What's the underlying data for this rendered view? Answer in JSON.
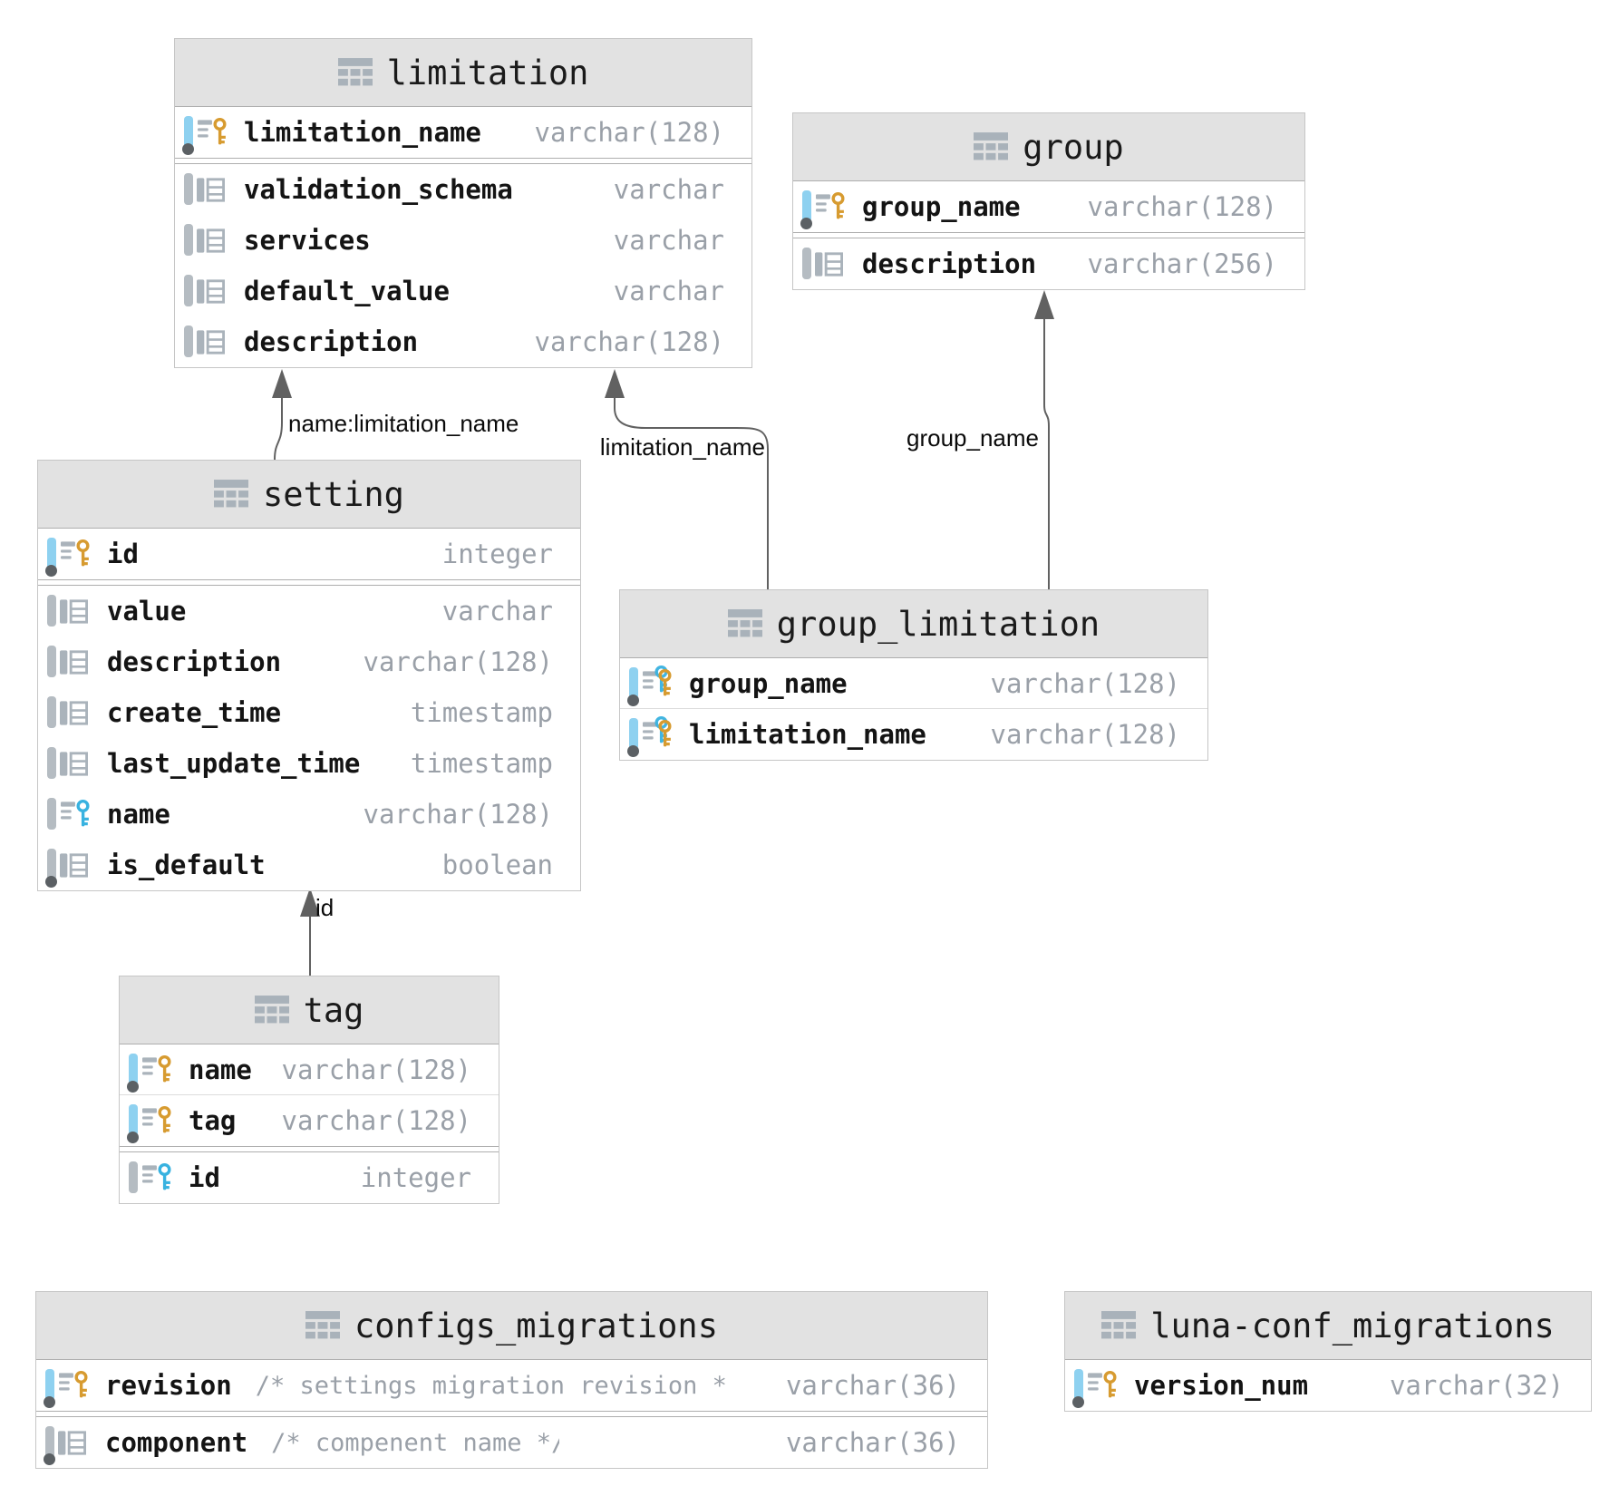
{
  "tables": [
    {
      "title": "limitation",
      "columns": [
        {
          "name": "limitation_name",
          "type": "varchar(128)",
          "pk": true,
          "not_null": true
        },
        {
          "name": "validation_schema",
          "type": "varchar"
        },
        {
          "name": "services",
          "type": "varchar"
        },
        {
          "name": "default_value",
          "type": "varchar"
        },
        {
          "name": "description",
          "type": "varchar(128)"
        }
      ]
    },
    {
      "title": "group",
      "columns": [
        {
          "name": "group_name",
          "type": "varchar(128)",
          "pk": true,
          "not_null": true
        },
        {
          "name": "description",
          "type": "varchar(256)"
        }
      ]
    },
    {
      "title": "setting",
      "columns": [
        {
          "name": "id",
          "type": "integer",
          "pk": true,
          "not_null": true
        },
        {
          "name": "value",
          "type": "varchar"
        },
        {
          "name": "description",
          "type": "varchar(128)"
        },
        {
          "name": "create_time",
          "type": "timestamp"
        },
        {
          "name": "last_update_time",
          "type": "timestamp"
        },
        {
          "name": "name",
          "type": "varchar(128)",
          "fk": true
        },
        {
          "name": "is_default",
          "type": "boolean",
          "not_null": true
        }
      ]
    },
    {
      "title": "group_limitation",
      "columns": [
        {
          "name": "group_name",
          "type": "varchar(128)",
          "pk": true,
          "fk": true,
          "not_null": true
        },
        {
          "name": "limitation_name",
          "type": "varchar(128)",
          "pk": true,
          "fk": true,
          "not_null": true
        }
      ]
    },
    {
      "title": "tag",
      "columns": [
        {
          "name": "name",
          "type": "varchar(128)",
          "pk": true,
          "not_null": true
        },
        {
          "name": "tag",
          "type": "varchar(128)",
          "pk": true,
          "not_null": true
        },
        {
          "name": "id",
          "type": "integer",
          "fk": true
        }
      ]
    },
    {
      "title": "configs_migrations",
      "columns": [
        {
          "name": "revision",
          "comment": "/* settings migration revision */",
          "type": "varchar(36)",
          "pk": true,
          "not_null": true
        },
        {
          "name": "component",
          "comment": "/* compenent name */",
          "type": "varchar(36)",
          "not_null": true
        }
      ]
    },
    {
      "title": "luna-conf_migrations",
      "columns": [
        {
          "name": "version_num",
          "type": "varchar(32)",
          "pk": true,
          "not_null": true
        }
      ]
    }
  ],
  "relations": [
    {
      "label": "name:limitation_name",
      "from": "setting",
      "to": "limitation"
    },
    {
      "label": "limitation_name",
      "from": "group_limitation",
      "to": "limitation"
    },
    {
      "label": "group_name",
      "from": "group_limitation",
      "to": "group"
    },
    {
      "label": "id",
      "from": "tag",
      "to": "setting"
    }
  ],
  "colors": {
    "primary_key": "#d79b30",
    "foreign_key": "#38b2e0",
    "pk_bar": "#8ed1f0",
    "icon_gray": "#aab3bb",
    "type_text": "#9aa0a8",
    "header_bg": "#e2e2e2",
    "arrow": "#616161"
  }
}
